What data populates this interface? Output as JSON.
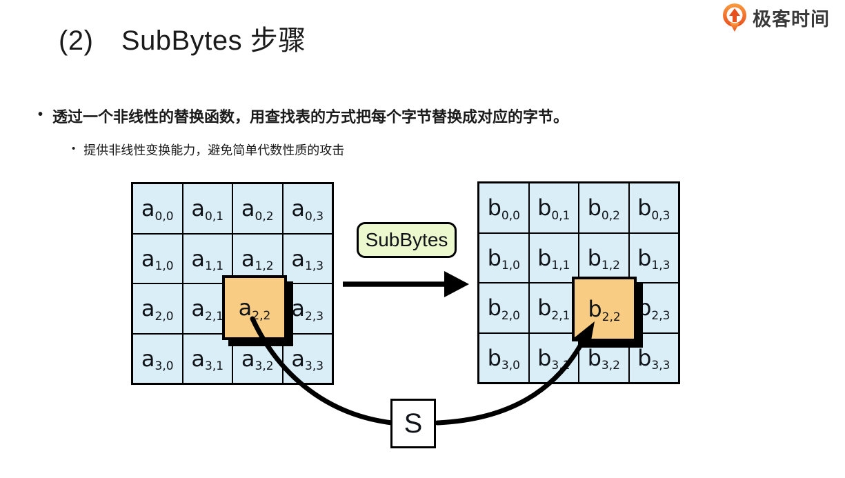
{
  "logo": {
    "icon": "geektime-logo",
    "text": "极客时间"
  },
  "title": "(2)　SubBytes 步骤",
  "bullets": {
    "marker": "•",
    "main": "透过一个非线性的替换函数，用查找表的方式把每个字节替换成对应的字节。",
    "sub": "提供非线性变换能力，避免简单代数性质的攻击"
  },
  "diagram": {
    "subbytes_label": "SubBytes",
    "sbox_label": "S",
    "colors": {
      "cell_fill": "#daeef8",
      "highlight_fill": "#f8cc83",
      "subbytes_fill": "#ecf8cd",
      "arrow": "#000000",
      "logo_orange": "#ee5b1f"
    },
    "matrices": {
      "left": {
        "letter": "a",
        "highlight": {
          "base": "a",
          "sub": "2,2"
        },
        "cells": [
          {
            "base": "a",
            "sub": "0,0"
          },
          {
            "base": "a",
            "sub": "0,1"
          },
          {
            "base": "a",
            "sub": "0,2"
          },
          {
            "base": "a",
            "sub": "0,3"
          },
          {
            "base": "a",
            "sub": "1,0"
          },
          {
            "base": "a",
            "sub": "1,1"
          },
          {
            "base": "a",
            "sub": "1,2"
          },
          {
            "base": "a",
            "sub": "1,3"
          },
          {
            "base": "a",
            "sub": "2,0"
          },
          {
            "base": "a",
            "sub": "2,1"
          },
          {
            "base": "a",
            "sub": "2,2"
          },
          {
            "base": "a",
            "sub": "2,3"
          },
          {
            "base": "a",
            "sub": "3,0"
          },
          {
            "base": "a",
            "sub": "3,1"
          },
          {
            "base": "a",
            "sub": "3,2"
          },
          {
            "base": "a",
            "sub": "3,3"
          }
        ]
      },
      "right": {
        "letter": "b",
        "highlight": {
          "base": "b",
          "sub": "2,2"
        },
        "cells": [
          {
            "base": "b",
            "sub": "0,0"
          },
          {
            "base": "b",
            "sub": "0,1"
          },
          {
            "base": "b",
            "sub": "0,2"
          },
          {
            "base": "b",
            "sub": "0,3"
          },
          {
            "base": "b",
            "sub": "1,0"
          },
          {
            "base": "b",
            "sub": "1,1"
          },
          {
            "base": "b",
            "sub": "1,2"
          },
          {
            "base": "b",
            "sub": "1,3"
          },
          {
            "base": "b",
            "sub": "2,0"
          },
          {
            "base": "b",
            "sub": "2,1"
          },
          {
            "base": "b",
            "sub": "2,2"
          },
          {
            "base": "b",
            "sub": "2,3"
          },
          {
            "base": "b",
            "sub": "3,0"
          },
          {
            "base": "b",
            "sub": "3,1"
          },
          {
            "base": "b",
            "sub": "3,2"
          },
          {
            "base": "b",
            "sub": "3,3"
          }
        ]
      }
    }
  }
}
